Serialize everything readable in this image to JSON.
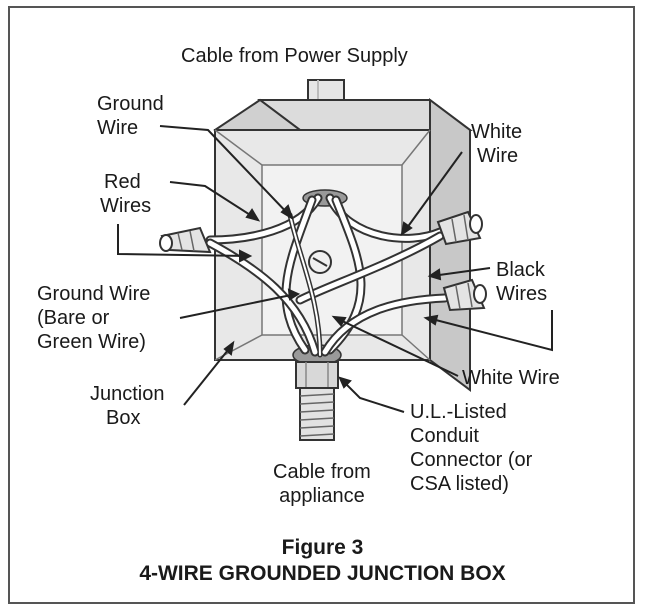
{
  "diagram": {
    "top_label": "Cable from Power Supply",
    "labels": {
      "ground_wire_top": [
        "Ground",
        "Wire"
      ],
      "red_wires": [
        "Red",
        "Wires"
      ],
      "white_wire_top": [
        "White",
        "Wire"
      ],
      "black_wires": [
        "Black",
        "Wires"
      ],
      "ground_wire_left": [
        "Ground Wire",
        "(Bare or",
        "Green Wire)"
      ],
      "junction_box": [
        "Junction",
        "Box"
      ],
      "white_wire_bottom": "White Wire",
      "conduit_connector": [
        "U.L.-Listed",
        "Conduit",
        "Connector (or",
        "CSA listed)"
      ],
      "cable_from_appliance": [
        "Cable from",
        "appliance"
      ]
    },
    "caption": {
      "figure": "Figure 3",
      "title": "4-WIRE GROUNDED JUNCTION BOX"
    }
  }
}
